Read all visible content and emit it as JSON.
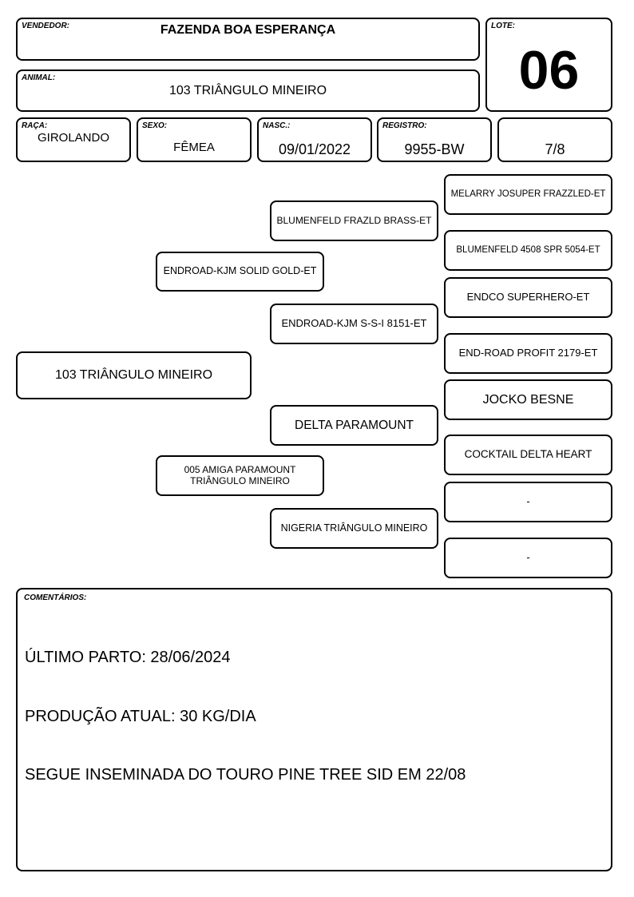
{
  "header": {
    "vendedor": {
      "label": "VENDEDOR:",
      "value": "FAZENDA BOA ESPERANÇA"
    },
    "lote": {
      "label": "LOTE:",
      "value": "06"
    },
    "animal": {
      "label": "ANIMAL:",
      "value": "103 TRIÂNGULO MINEIRO"
    },
    "raca": {
      "label": "RAÇA:",
      "value": "GIROLANDO"
    },
    "sexo": {
      "label": "SEXO:",
      "value": "FÊMEA"
    },
    "nasc": {
      "label": "NASC.:",
      "value": "09/01/2022"
    },
    "registro": {
      "label": "REGISTRO:",
      "value": "9955-BW"
    },
    "grau": {
      "value": "7/8"
    }
  },
  "pedigree": {
    "animal": "103 TRIÂNGULO MINEIRO",
    "sire": "ENDROAD-KJM SOLID GOLD-ET",
    "dam": "005 AMIGA PARAMOUNT TRIÂNGULO MINEIRO",
    "sire_sire": "BLUMENFELD FRAZLD BRASS-ET",
    "sire_dam": "ENDROAD-KJM S-S-I 8151-ET",
    "dam_sire": "DELTA PARAMOUNT",
    "dam_dam": "NIGERIA TRIÂNGULO MINEIRO",
    "sss": "MELARRY JOSUPER FRAZZLED-ET",
    "ssd": "BLUMENFELD 4508 SPR 5054-ET",
    "sds": "ENDCO SUPERHERO-ET",
    "sdd": "END-ROAD PROFIT 2179-ET",
    "dss": "JOCKO BESNE",
    "dsd": "COCKTAIL DELTA HEART",
    "dds": "-",
    "ddd": "-"
  },
  "comments": {
    "label": "COMENTÁRIOS:",
    "lines": [
      "ÚLTIMO PARTO: 28/06/2024",
      "PRODUÇÃO ATUAL: 30 KG/DIA",
      "SEGUE INSEMINADA DO TOURO PINE TREE SID EM 22/08"
    ]
  }
}
